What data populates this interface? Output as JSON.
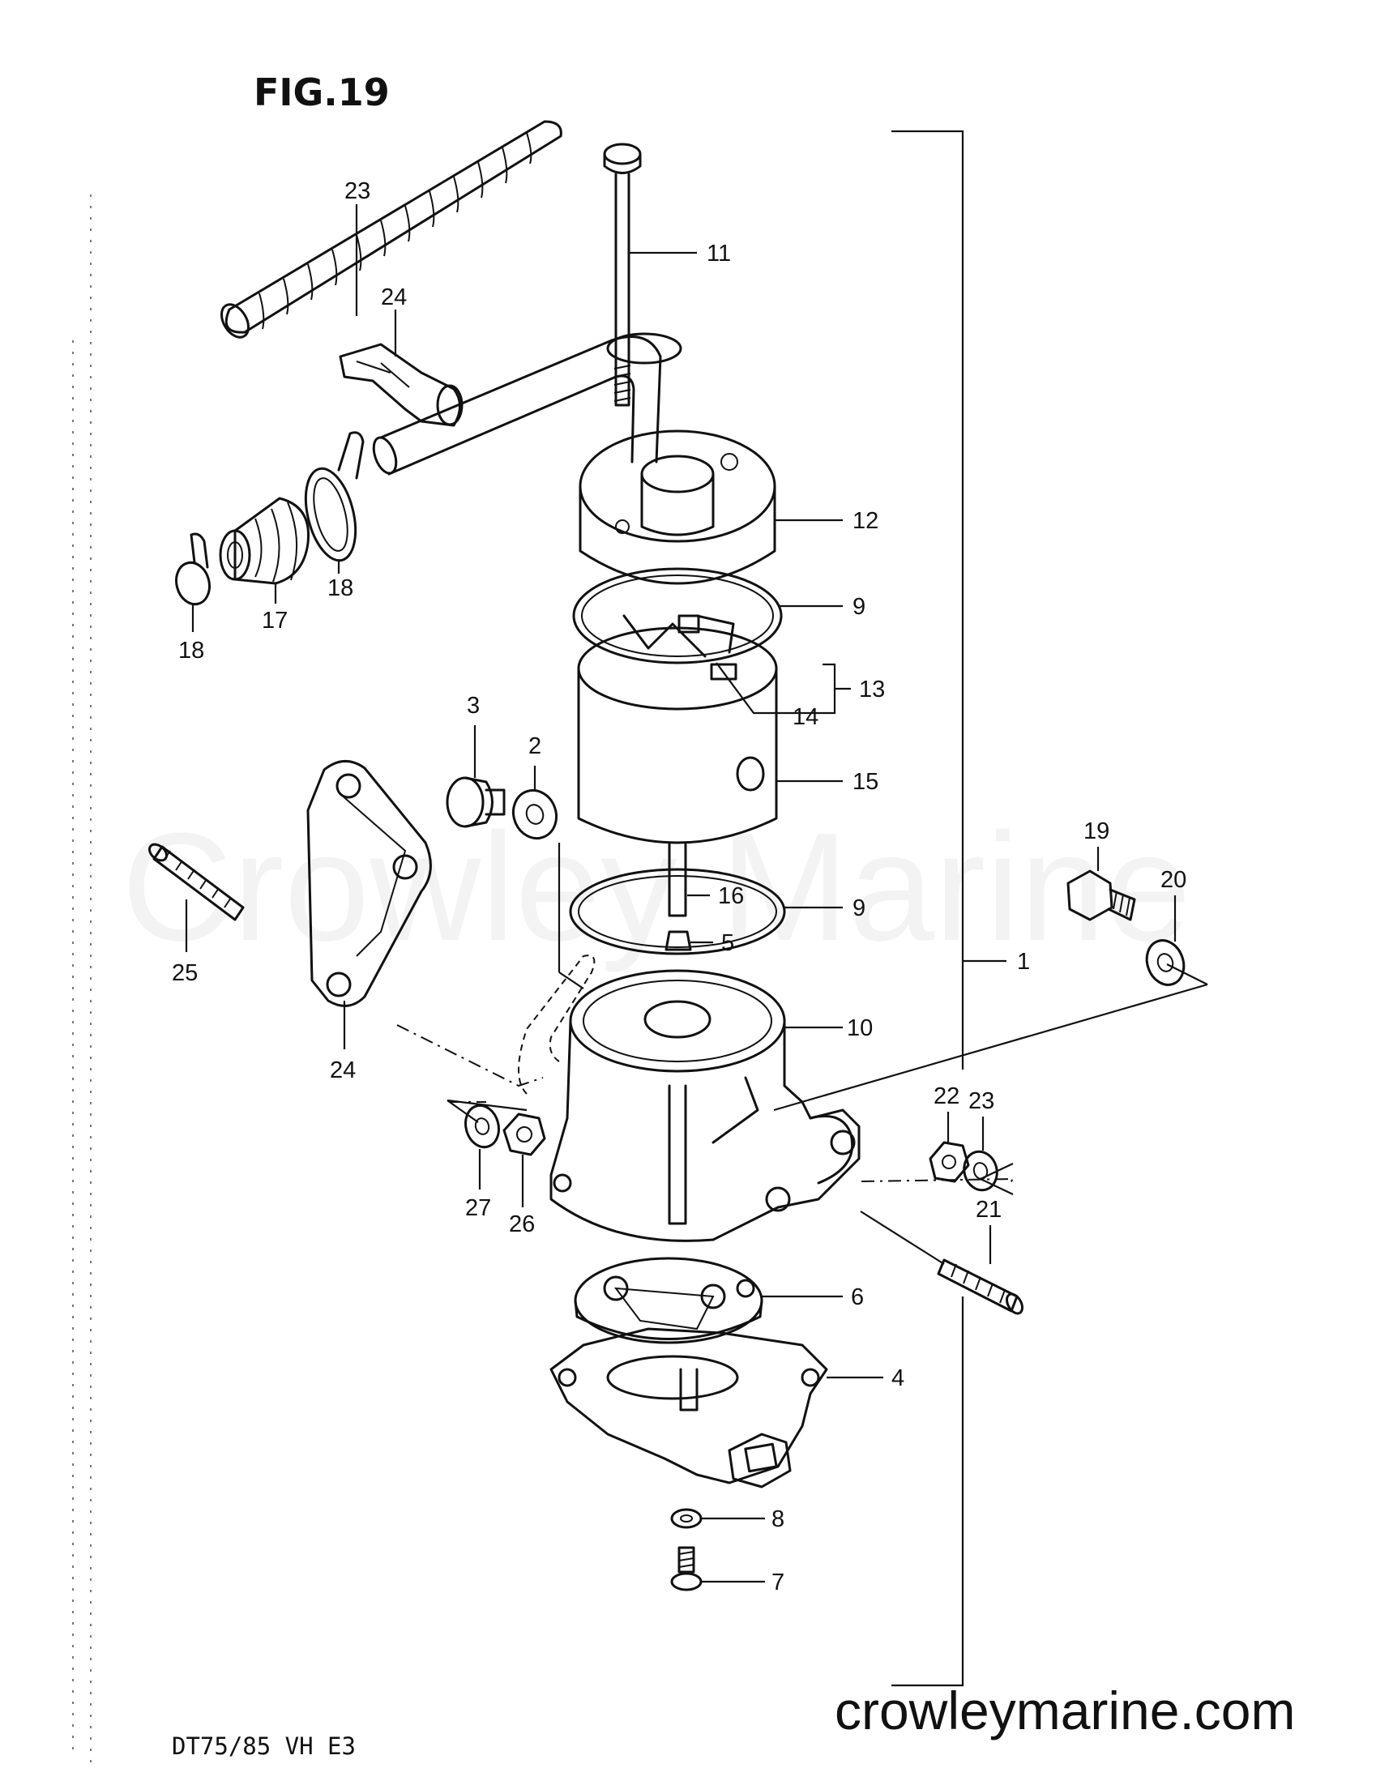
{
  "figure_title": "FIG.19",
  "model_code": "DT75/85 VH E3",
  "watermark": "Crowley Marine",
  "website": "crowleymarine.com",
  "callouts": {
    "c1": "1",
    "c2": "2",
    "c3": "3",
    "c4": "4",
    "c5": "5",
    "c6": "6",
    "c7": "7",
    "c8": "8",
    "c9a": "9",
    "c9b": "9",
    "c10": "10",
    "c11": "11",
    "c12": "12",
    "c13": "13",
    "c14": "14",
    "c15": "15",
    "c16": "16",
    "c17": "17",
    "c18a": "18",
    "c18b": "18",
    "c19": "19",
    "c20": "20",
    "c21": "21",
    "c22": "22",
    "c23a": "23",
    "c23b": "23",
    "c24a": "24",
    "c24b": "24",
    "c25": "25",
    "c26": "26",
    "c27": "27"
  }
}
